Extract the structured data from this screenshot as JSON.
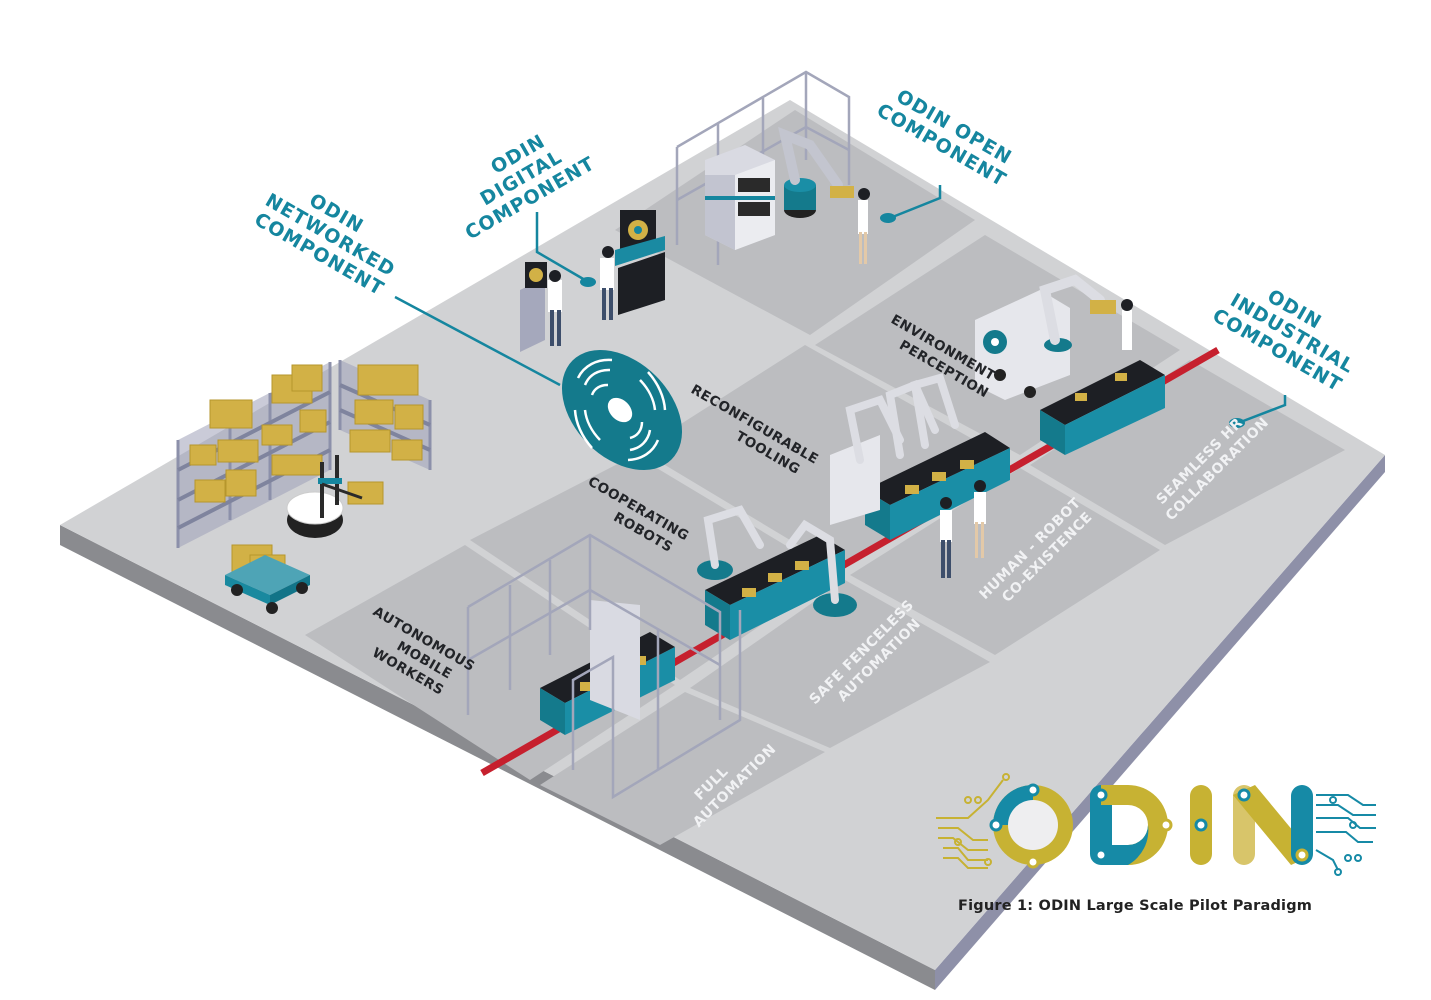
{
  "figure": {
    "caption": "Figure 1: ODIN Large Scale Pilot Paradigm"
  },
  "components": {
    "networked": [
      "ODIN",
      "NETWORKED",
      "COMPONENT"
    ],
    "digital": [
      "ODIN",
      "DIGITAL",
      "COMPONENT"
    ],
    "open": [
      "ODIN OPEN",
      "COMPONENT"
    ],
    "industrial": [
      "ODIN",
      "INDUSTRIAL",
      "COMPONENT"
    ]
  },
  "zones_dark": {
    "environment_perception": [
      "ENVIRONMENT",
      "PERCEPTION"
    ],
    "reconfigurable_tooling": [
      "RECONFIGURABLE",
      "TOOLING"
    ],
    "cooperating_robots": [
      "COOPERATING",
      "ROBOTS"
    ],
    "autonomous_mobile_workers": [
      "AUTONOMOUS",
      "MOBILE",
      "WORKERS"
    ]
  },
  "zones_light": {
    "full_automation": [
      "FULL",
      "AUTOMATION"
    ],
    "safe_fenceless": [
      "SAFE FENCELESS",
      "AUTOMATION"
    ],
    "human_robot": [
      "HUMAN - ROBOT",
      "CO-EXISTENCE"
    ],
    "seamless_hr": [
      "SEAMLESS HR",
      "COLLABORATION"
    ]
  },
  "logo": {
    "letters": [
      "O",
      "D",
      "I",
      "N"
    ],
    "colors": {
      "teal": "#168aa6",
      "gold": "#c7b233",
      "light_gold": "#d8c56a"
    }
  },
  "palette": {
    "floor_top": "#d1d2d4",
    "floor_zone": "#bcbdc0",
    "floor_edge_left": "#8a8b8f",
    "floor_edge_right": "#8e90a8",
    "accent_teal": "#15869f",
    "safety_line_red": "#c6202e",
    "box_gold": "#d2b146"
  }
}
